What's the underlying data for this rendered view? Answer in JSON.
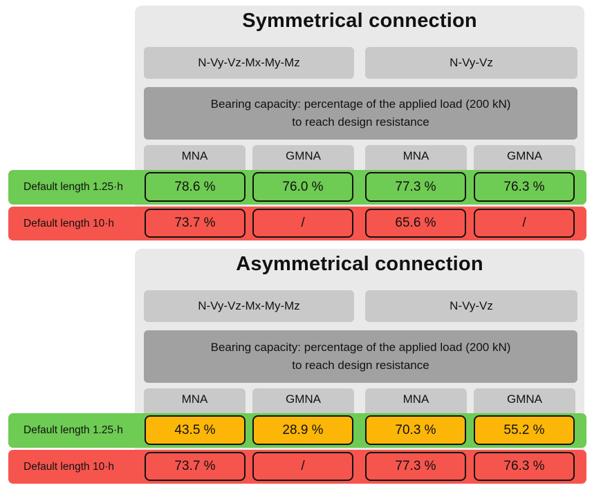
{
  "figure": {
    "colors": {
      "green": "#6ecb53",
      "red": "#f6554d",
      "orange": "#fcb608",
      "panel_gray": "#e9e9e9",
      "box_gray": "#c9c9c9",
      "note_gray": "#a1a1a1",
      "cell_border": "#111111"
    },
    "tables": [
      {
        "title": "Symmetrical connection",
        "load_groups": [
          "N-Vy-Vz-Mx-My-Mz",
          "N-Vy-Vz"
        ],
        "note_line1": "Bearing capacity: percentage of the applied load (200 kN)",
        "note_line2": "to reach design resistance",
        "columns": [
          "MNA",
          "GMNA",
          "MNA",
          "GMNA"
        ],
        "rows": [
          {
            "label": "Default length 1.25·h",
            "band_color": "green",
            "cells": [
              {
                "value": "78.6 %",
                "status": "green"
              },
              {
                "value": "76.0 %",
                "status": "green"
              },
              {
                "value": "77.3 %",
                "status": "green"
              },
              {
                "value": "76.3 %",
                "status": "green"
              }
            ]
          },
          {
            "label": "Default length 10·h",
            "band_color": "red",
            "cells": [
              {
                "value": "73.7 %",
                "status": "red"
              },
              {
                "value": "/",
                "status": "red"
              },
              {
                "value": "65.6 %",
                "status": "red"
              },
              {
                "value": "/",
                "status": "red"
              }
            ]
          }
        ]
      },
      {
        "title": "Asymmetrical connection",
        "load_groups": [
          "N-Vy-Vz-Mx-My-Mz",
          "N-Vy-Vz"
        ],
        "note_line1": "Bearing capacity: percentage of the applied load (200 kN)",
        "note_line2": "to reach design resistance",
        "columns": [
          "MNA",
          "GMNA",
          "MNA",
          "GMNA"
        ],
        "rows": [
          {
            "label": "Default length 1.25·h",
            "band_color": "green",
            "cells": [
              {
                "value": "43.5 %",
                "status": "orange"
              },
              {
                "value": "28.9 %",
                "status": "orange"
              },
              {
                "value": "70.3 %",
                "status": "orange"
              },
              {
                "value": "55.2 %",
                "status": "orange"
              }
            ]
          },
          {
            "label": "Default length 10·h",
            "band_color": "red",
            "cells": [
              {
                "value": "73.7 %",
                "status": "red"
              },
              {
                "value": "/",
                "status": "red"
              },
              {
                "value": "77.3 %",
                "status": "red"
              },
              {
                "value": "76.3 %",
                "status": "red"
              }
            ]
          }
        ]
      }
    ]
  }
}
